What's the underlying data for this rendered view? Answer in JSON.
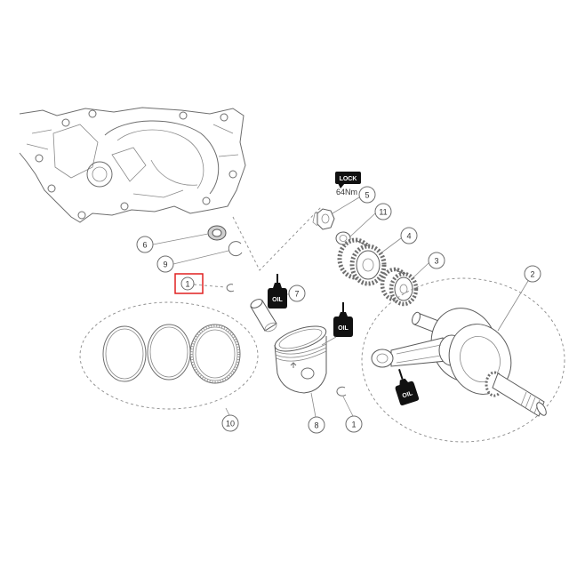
{
  "callouts": [
    {
      "label": "6",
      "highlighted": false
    },
    {
      "label": "9",
      "highlighted": false
    },
    {
      "label": "1",
      "highlighted": true
    },
    {
      "label": "5",
      "highlighted": false
    },
    {
      "label": "11",
      "highlighted": false
    },
    {
      "label": "4",
      "highlighted": false
    },
    {
      "label": "3",
      "highlighted": false
    },
    {
      "label": "2",
      "highlighted": false
    },
    {
      "label": "7",
      "highlighted": false
    },
    {
      "label": "8",
      "highlighted": false
    },
    {
      "label": "1",
      "highlighted": false
    },
    {
      "label": "10",
      "highlighted": false
    }
  ],
  "lock_badge": {
    "label": "LOCK",
    "torque": "64Nm"
  },
  "oil_badges": [
    "OIL",
    "OIL",
    "OIL"
  ],
  "colors": {
    "line": "#6e6e6e",
    "highlight": "#e02020",
    "badge": "#111111",
    "background": "#ffffff"
  }
}
